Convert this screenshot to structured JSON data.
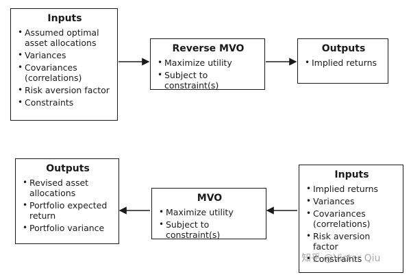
{
  "top": {
    "inputs": {
      "title": "Inputs",
      "items": [
        "Assumed optimal\nasset allocations",
        "Variances",
        "Covariances\n(correlations)",
        "Risk aversion factor",
        "Constraints"
      ]
    },
    "process": {
      "title": "Reverse MVO",
      "items": [
        "Maximize utility",
        "Subject to constraint(s)"
      ]
    },
    "outputs": {
      "title": "Outputs",
      "items": [
        "Implied returns"
      ]
    }
  },
  "bottom": {
    "outputs": {
      "title": "Outputs",
      "items": [
        "Revised asset\nallocations",
        "Portfolio expected\nreturn",
        "Portfolio variance"
      ]
    },
    "process": {
      "title": "MVO",
      "items": [
        "Maximize utility",
        "Subject to constraint(s)"
      ]
    },
    "inputs": {
      "title": "Inputs",
      "items": [
        "Implied returns",
        "Variances",
        "Covariances\n(correlations)",
        "Risk aversion factor",
        "Constraints"
      ]
    }
  },
  "watermark": "知乎 @Victor Qiu"
}
